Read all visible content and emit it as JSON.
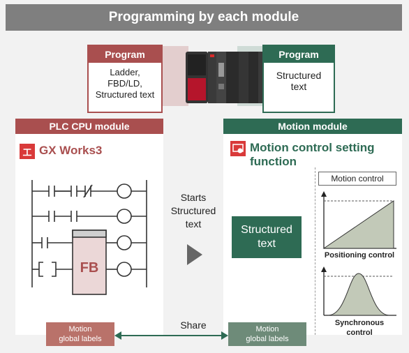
{
  "title": "Programming by each module",
  "program_left": {
    "header": "Program",
    "lines": [
      "Ladder,",
      "FBD/LD,",
      "Structured text"
    ]
  },
  "program_right": {
    "header": "Program",
    "lines": [
      "Structured",
      "text"
    ]
  },
  "plc_cpu": {
    "header": "PLC CPU module",
    "app_title": "GX Works3",
    "fb_label": "FB"
  },
  "motion_module": {
    "header": "Motion module",
    "app_title": "Motion control setting function"
  },
  "middle": {
    "starts_lines": [
      "Starts",
      "Structured",
      "text"
    ]
  },
  "structured_text_box": [
    "Structured",
    "text"
  ],
  "motion_control": {
    "label": "Motion control",
    "positioning": "Positioning control",
    "synchronous": [
      "Synchronous",
      "control"
    ]
  },
  "global_labels": {
    "left": [
      "Motion",
      "global labels"
    ],
    "right": [
      "Motion",
      "global labels"
    ],
    "share": "Share"
  },
  "colors": {
    "red": "#a94f4f",
    "green": "#2e6b54",
    "gray": "#7f7f7f"
  }
}
